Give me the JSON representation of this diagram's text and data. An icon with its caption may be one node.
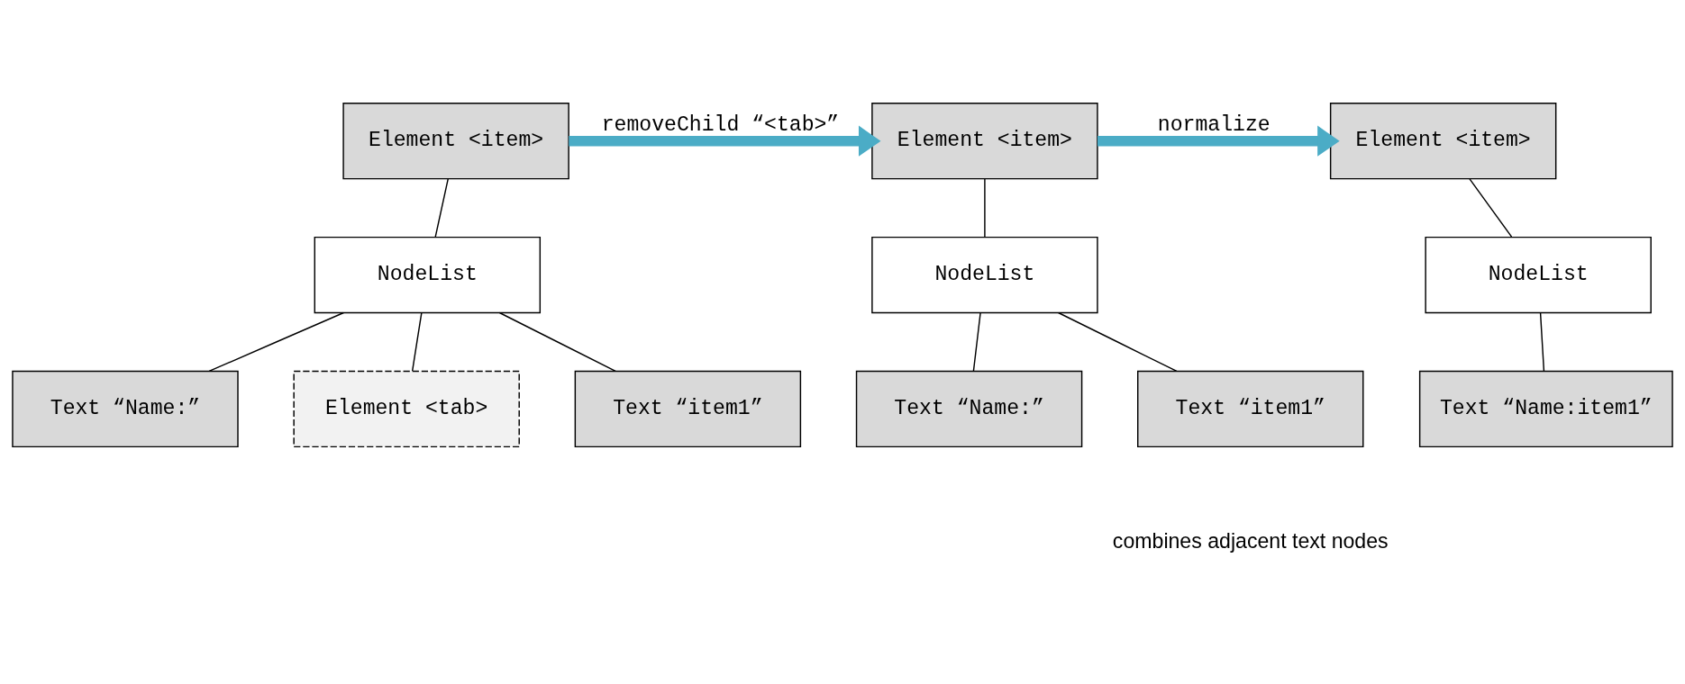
{
  "diagram": {
    "nodes": [
      {
        "text": [
          "Element <item>"
        ]
      },
      {
        "text": [
          "NodeList"
        ]
      },
      {
        "text": [
          "Text “Name:”"
        ]
      },
      {
        "text": [
          "Element <tab>"
        ]
      },
      {
        "text": [
          "Text “item1”"
        ]
      },
      {
        "text": [
          "Element <item>"
        ]
      },
      {
        "text": [
          "NodeList"
        ]
      },
      {
        "text": [
          "Text “Name:”"
        ]
      },
      {
        "text": [
          "Text “item1”"
        ]
      },
      {
        "text": [
          "Element <item>"
        ]
      },
      {
        "text": [
          "NodeList"
        ]
      },
      {
        "text": [
          "Text “Name:item1”"
        ]
      }
    ],
    "edges": [
      {
        "from": 0,
        "to": 1,
        "arrow": "none"
      },
      {
        "from": 1,
        "to": 2,
        "arrow": "none"
      },
      {
        "from": 1,
        "to": 3,
        "arrow": "none"
      },
      {
        "from": 1,
        "to": 4,
        "arrow": "none"
      },
      {
        "from": 5,
        "to": 6,
        "arrow": "none"
      },
      {
        "from": 6,
        "to": 7,
        "arrow": "none"
      },
      {
        "from": 6,
        "to": 8,
        "arrow": "none"
      },
      {
        "from": 9,
        "to": 10,
        "arrow": "none"
      },
      {
        "from": 10,
        "to": 11,
        "arrow": "none"
      },
      {
        "from": 0,
        "to": 5,
        "arrow": "to",
        "label": "removeChild “<tab>”",
        "style": "thick",
        "color": "#4bacc6"
      },
      {
        "from": 5,
        "to": 9,
        "arrow": "to",
        "label": "normalize",
        "style": "thick",
        "color": "#4bacc6"
      }
    ],
    "labels": [
      "combines adjacent text nodes"
    ]
  }
}
